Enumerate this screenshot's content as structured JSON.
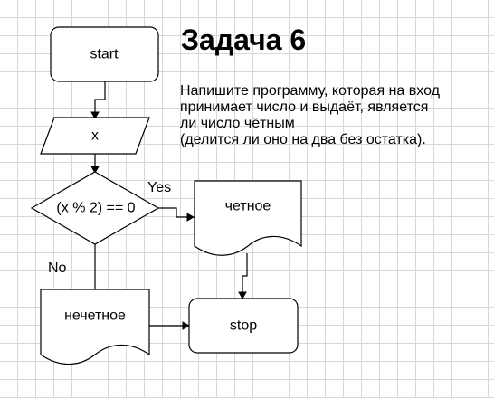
{
  "task": {
    "title": "Задача 6",
    "description": [
      "Напишите программу, которая на вход",
      "принимает число и выдаёт, является",
      "ли число чётным",
      "(делится ли оно на два без остатка)."
    ]
  },
  "flowchart": {
    "start": "start",
    "input": "x",
    "condition": "(x % 2) == 0",
    "yes_label": "Yes",
    "no_label": "No",
    "yes_output": "четное",
    "no_output": "нечетное",
    "end": "stop"
  }
}
